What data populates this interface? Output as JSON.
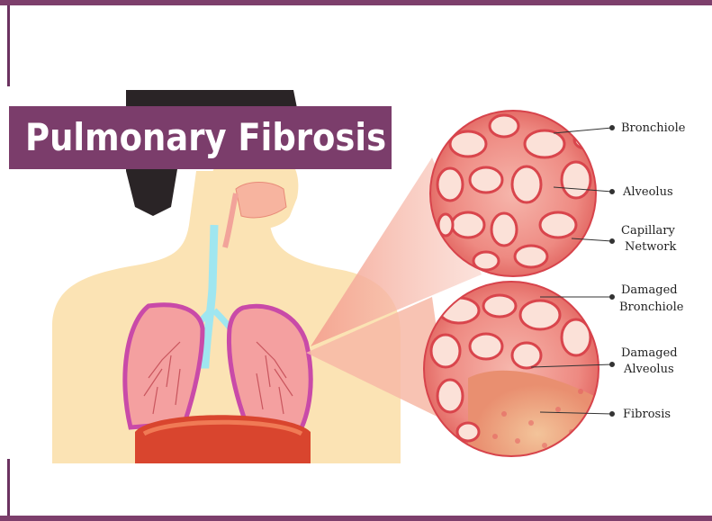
{
  "title": "Pulmonary Fibrosis",
  "labels": {
    "bronchiole": "Bronchiole",
    "alveolus": "Alveolus",
    "capillary_1": "Capillary",
    "capillary_2": "Network",
    "damaged_bronchiole_1": "Damaged",
    "damaged_bronchiole_2": "Bronchiole",
    "damaged_alveolus_1": "Damaged",
    "damaged_alveolus_2": "Alveolus",
    "fibrosis": "Fibrosis"
  },
  "colors": {
    "frame": "#7d3f6c",
    "title_band": "#7b3d6b",
    "skin": "#fbe3b4",
    "lung": "#f29a9a",
    "lung_outline": "#c94aa8",
    "trachea": "#9fe6f0",
    "tissue": "#e8555a",
    "diaphragm": "#d9452e"
  }
}
